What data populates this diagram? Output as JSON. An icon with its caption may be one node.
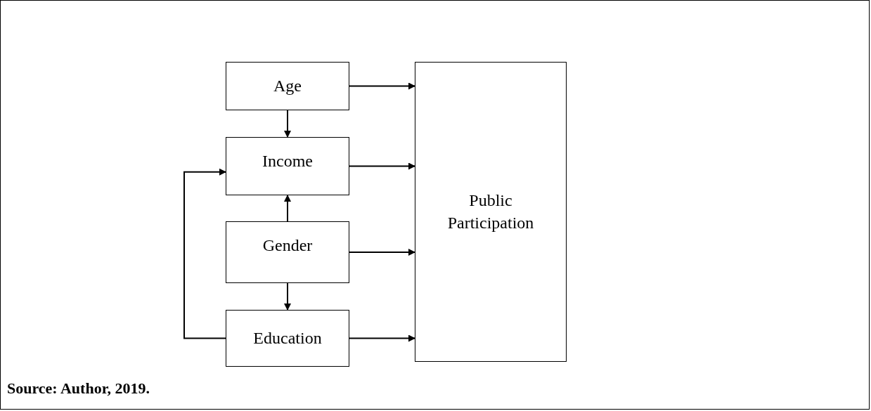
{
  "diagram": {
    "caption": "Source: Author, 2019.",
    "nodes": [
      {
        "text": [
          "Age"
        ]
      },
      {
        "text": [
          "Income"
        ]
      },
      {
        "text": [
          "Gender"
        ]
      },
      {
        "text": [
          "Education"
        ]
      },
      {
        "text": [
          "Public Participation"
        ]
      }
    ],
    "edges": [
      {
        "from": 0,
        "to": 4,
        "arrow": "to"
      },
      {
        "from": 0,
        "to": 1,
        "arrow": "to"
      },
      {
        "from": 1,
        "to": 4,
        "arrow": "to"
      },
      {
        "from": 2,
        "to": 1,
        "arrow": "to"
      },
      {
        "from": 2,
        "to": 4,
        "arrow": "to"
      },
      {
        "from": 2,
        "to": 3,
        "arrow": "to"
      },
      {
        "from": 3,
        "to": 4,
        "arrow": "to"
      },
      {
        "from": 3,
        "to": 1,
        "arrow": "to"
      }
    ]
  }
}
